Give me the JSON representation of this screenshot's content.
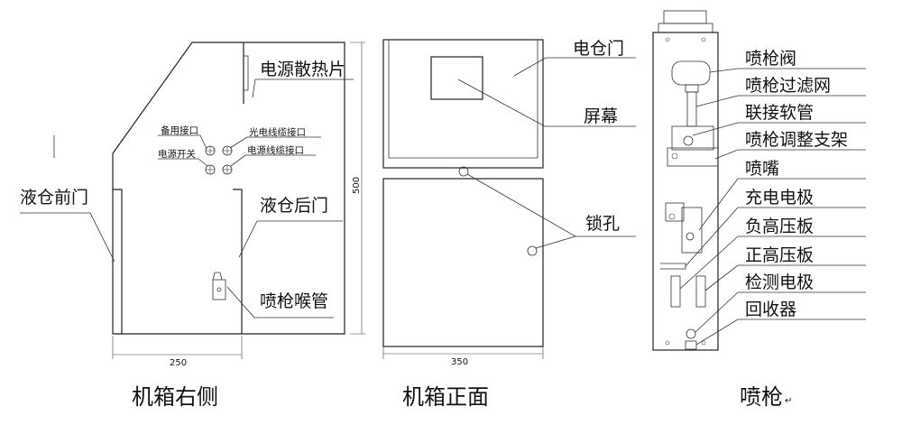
{
  "side": {
    "title": "机箱右侧",
    "labels": {
      "heatsink": "电源散热片",
      "spare_port": "备用接口",
      "fiber_port": "光电线缆接口",
      "power_switch": "电源开关",
      "power_cable_port": "电源线缆接口",
      "front_door": "液仓前门",
      "rear_door": "液仓后门",
      "throat_pipe": "喷枪喉管"
    },
    "dim_width": "250",
    "dim_height": "500"
  },
  "front": {
    "title": "机箱正面",
    "labels": {
      "elec_door": "电仓门",
      "screen": "屏幕",
      "lock_hole": "锁孔"
    },
    "dim_width": "350"
  },
  "gun": {
    "title": "喷枪",
    "labels": [
      "喷枪阀",
      "喷枪过滤网",
      "联接软管",
      "喷枪调整支架",
      "喷嘴",
      "充电电极",
      "负高压板",
      "正高压板",
      "检测电极",
      "回收器"
    ]
  }
}
